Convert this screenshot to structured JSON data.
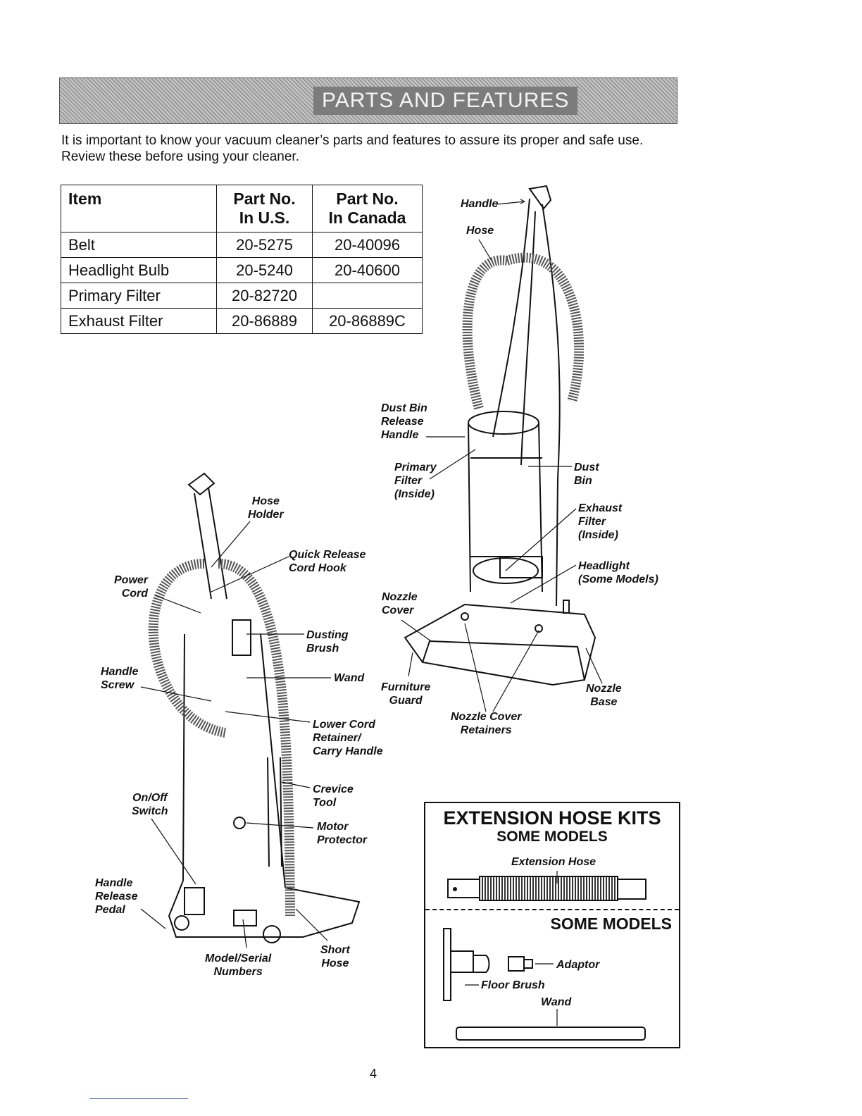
{
  "banner": {
    "title": "PARTS AND FEATURES"
  },
  "intro": "It is important to know your vacuum cleaner’s parts and features to assure its proper and safe use. Review these before using your cleaner.",
  "parts_table": {
    "headers": [
      "Item",
      "Part No.\nIn U.S.",
      "Part No.\nIn Canada"
    ],
    "rows": [
      [
        "Belt",
        "20-5275",
        "20-40096"
      ],
      [
        "Headlight Bulb",
        "20-5240",
        "20-40600"
      ],
      [
        "Primary Filter",
        "20-82720",
        ""
      ],
      [
        "Exhaust Filter",
        "20-86889",
        "20-86889C"
      ]
    ]
  },
  "labels_back": {
    "handle": "Handle",
    "hose": "Hose",
    "dust_bin_release_handle": "Dust Bin\nRelease\nHandle",
    "primary_filter": "Primary\nFilter\n(Inside)",
    "dust_bin": "Dust\nBin",
    "exhaust_filter": "Exhaust\nFilter\n(Inside)",
    "headlight": "Headlight\n(Some Models)",
    "nozzle_cover": "Nozzle\nCover",
    "furniture_guard": "Furniture\nGuard",
    "nozzle_base": "Nozzle\nBase",
    "nozzle_cover_retainers": "Nozzle Cover\nRetainers"
  },
  "labels_front": {
    "hose_holder": "Hose\nHolder",
    "quick_release": "Quick Release\nCord Hook",
    "power_cord": "Power\nCord",
    "dusting_brush": "Dusting\nBrush",
    "wand": "Wand",
    "handle_screw": "Handle\nScrew",
    "lower_cord": "Lower Cord\nRetainer/\nCarry Handle",
    "crevice_tool": "Crevice\nTool",
    "on_off_switch": "On/Off\nSwitch",
    "motor_protector": "Motor\nProtector",
    "handle_release_pedal": "Handle\nRelease\nPedal",
    "model_serial": "Model/Serial\nNumbers",
    "short_hose": "Short\nHose"
  },
  "kits": {
    "title": "EXTENSION HOSE KITS",
    "subtitle": "SOME MODELS",
    "extension_hose": "Extension Hose",
    "subtitle2": "SOME MODELS",
    "adaptor": "Adaptor",
    "floor_brush": "Floor Brush",
    "wand": "Wand"
  },
  "page_number": "4"
}
